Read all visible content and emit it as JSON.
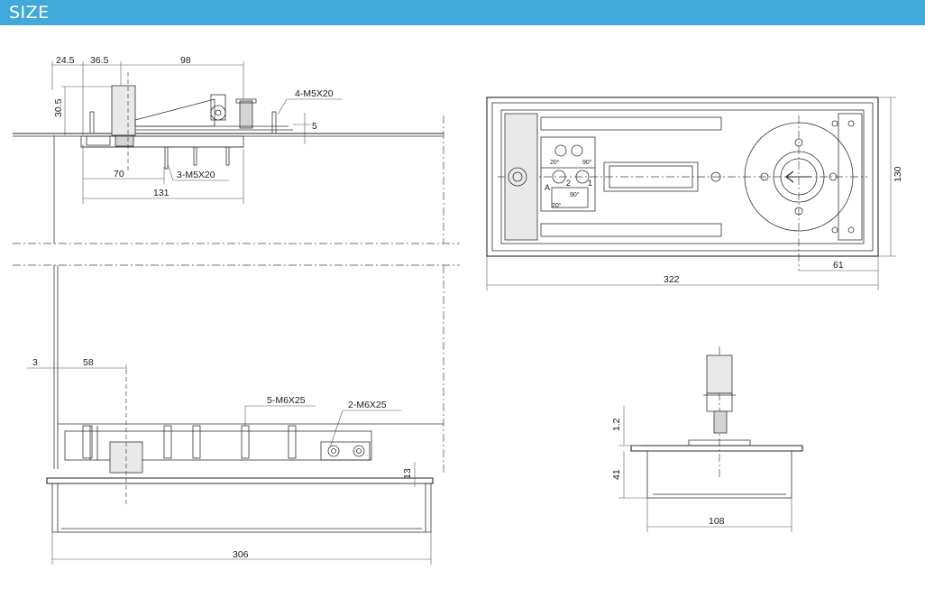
{
  "header": {
    "title": "SIZE",
    "color": "#41a9d9"
  },
  "dimensions": {
    "side_top": {
      "d24_5": "24.5",
      "d36_5": "36.5",
      "d98": "98",
      "d30_5": "30.5",
      "d5": "5",
      "d70": "70",
      "d131": "131"
    },
    "side_bottom": {
      "d3": "3",
      "d58": "58",
      "d13": "13",
      "d306": "306"
    },
    "plan": {
      "d322": "322",
      "d130": "130",
      "d61": "61"
    },
    "end": {
      "d1_2": "1.2",
      "d41": "41",
      "d108": "108"
    }
  },
  "screws": {
    "top_4": "4-M5X20",
    "top_3": "3-M5X20",
    "bottom_5": "5-M6X25",
    "bottom_2": "2-M6X25"
  },
  "plan_labels": {
    "a20": "20°",
    "a90": "90°",
    "A": "A",
    "n2": "2",
    "n1": "1",
    "b90": "90°",
    "b20": "20°"
  }
}
